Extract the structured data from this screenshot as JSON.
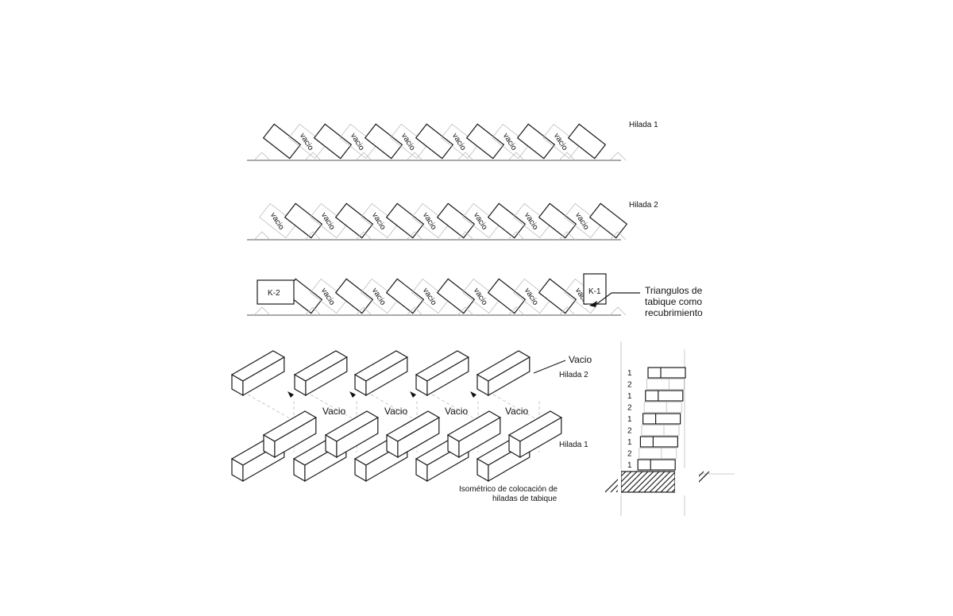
{
  "plan_rows": [
    {
      "label": "Hilada 1"
    },
    {
      "label": "Hilada 2"
    },
    {
      "label": ""
    }
  ],
  "plan_gap_label": "vacio",
  "keys": {
    "left": "K-2",
    "right": "K-1"
  },
  "callout": {
    "line1": "Triangulos de",
    "line2": "tabique como",
    "line3": "recubrimiento"
  },
  "iso": {
    "top_label": "Vacio",
    "row2_label": "Hilada 2",
    "row1_label": "Hilada 1",
    "gap_label": "Vacio",
    "caption_line1": "Isométrico de colocación de",
    "caption_line2": "hiladas de tabique"
  },
  "section_courses": [
    "1",
    "2",
    "1",
    "2",
    "1",
    "2",
    "1",
    "2",
    "1"
  ]
}
